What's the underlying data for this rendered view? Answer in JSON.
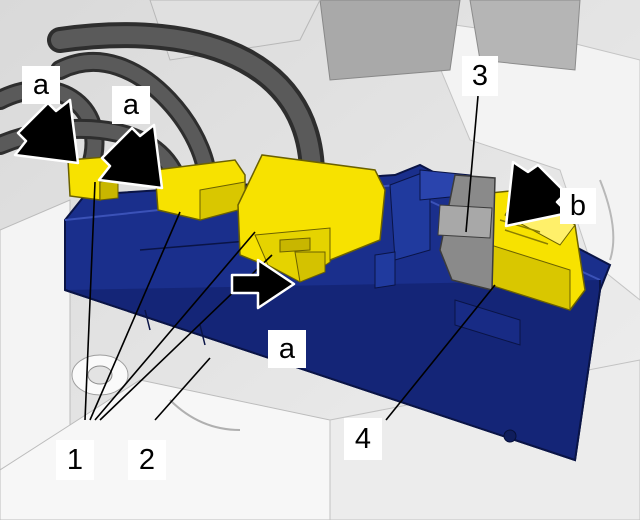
{
  "callouts": {
    "a_top_left": "a",
    "a_top_mid": "a",
    "a_bottom": "a",
    "b": "b",
    "n1": "1",
    "n2": "2",
    "n3": "3",
    "n4": "4"
  },
  "colors": {
    "module": "#1a2f8c",
    "connector": "#f7e200",
    "cable": "#4a4a4a",
    "band": "#8a8a8a",
    "background": "#e6e6e6",
    "arrow": "#000000"
  }
}
